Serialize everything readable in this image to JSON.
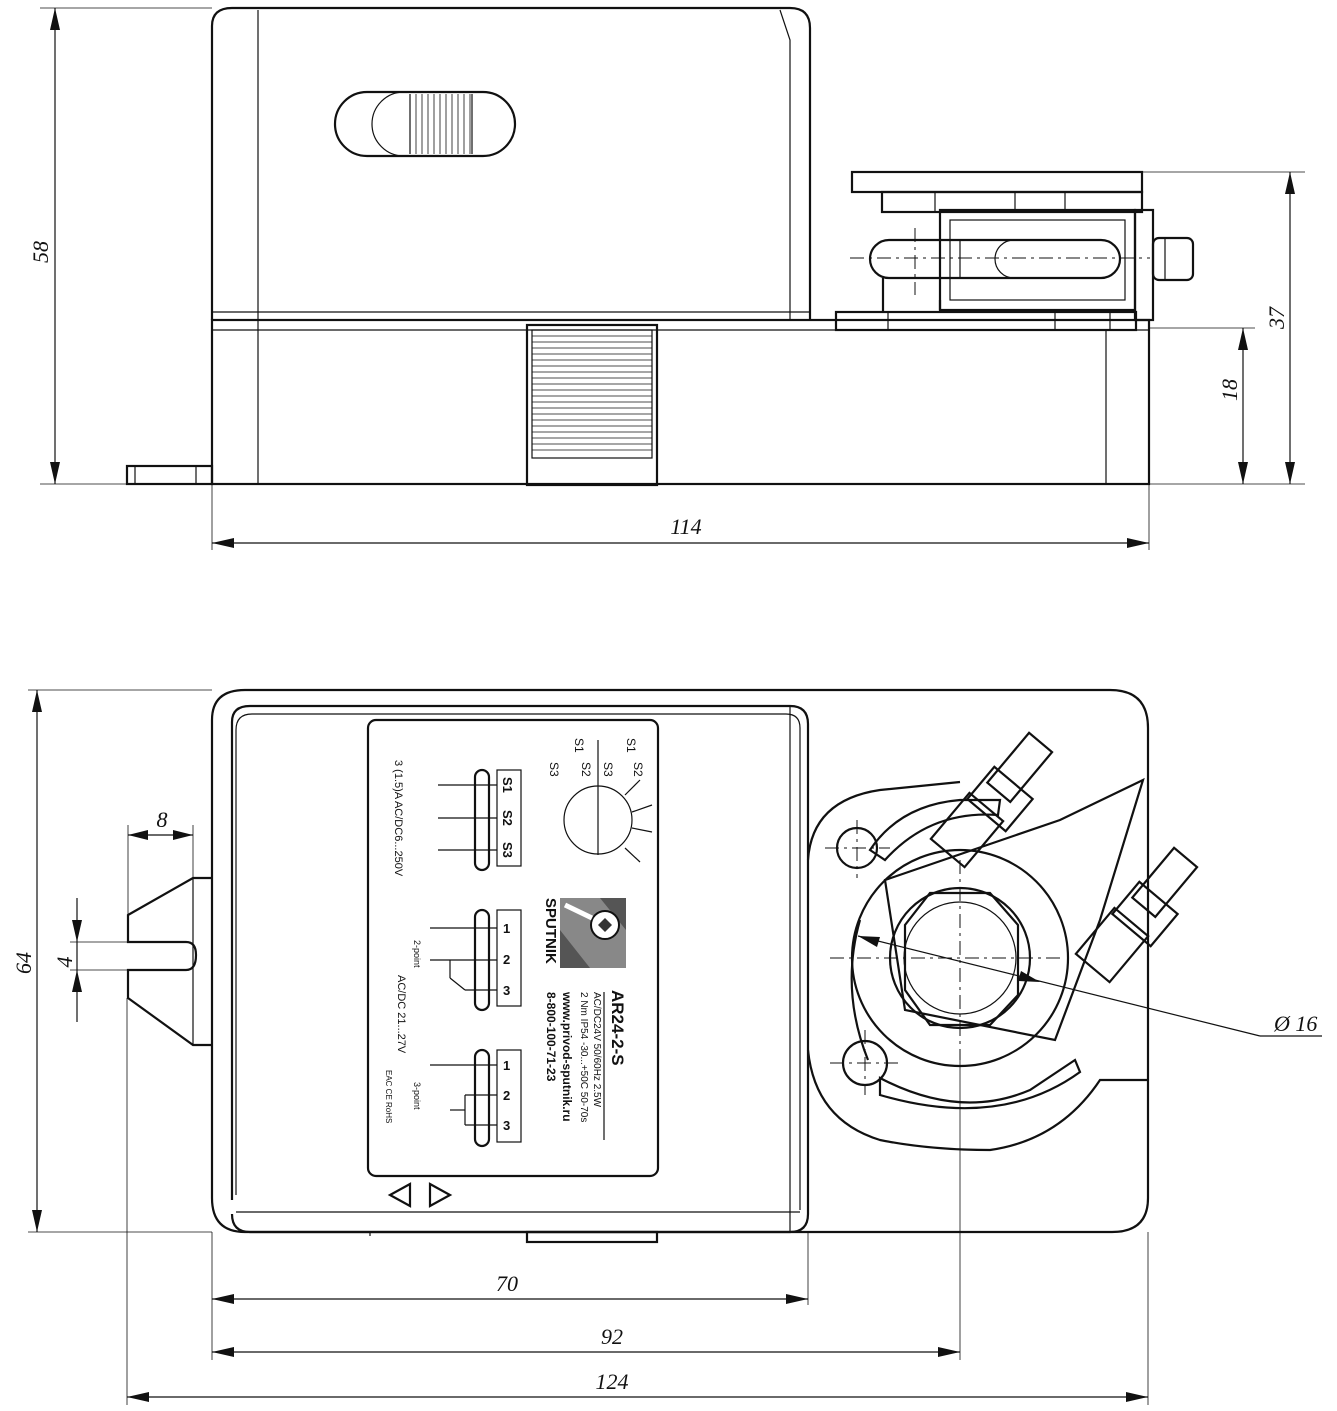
{
  "dimensions": {
    "height_total": "58",
    "width_body": "114",
    "height_shaft": "37",
    "height_base": "18",
    "width_bracket_slot": "8",
    "height_slot": "4",
    "height_plan": "64",
    "width_housing": "70",
    "width_to_axis": "92",
    "width_total": "124",
    "shaft_diameter": "Ø 16"
  },
  "label": {
    "model": "AR24-2-S",
    "spec_line1": "AC/DC24V  50/60Hz  2.5W",
    "spec_line2": "2 Nm  IP54  -30...+50C  50-70s",
    "website": "www.privod-sputnik.ru",
    "phone": "8-800-100-71-23",
    "brand": "SPUTNIK",
    "aux_rating": "3 (1.5)A   AC/DC6...250V",
    "supply": "AC/DC  21...27V",
    "mode_2point": "2-point",
    "mode_3point": "3-point",
    "certs": "EAC CE RoHS",
    "switch_s1": "S1",
    "switch_s2": "S2",
    "switch_s3": "S3",
    "t1": "1",
    "t2": "2",
    "t3": "3",
    "sw_a1": "S1",
    "sw_a2": "S2",
    "sw_a3": "S3",
    "sw_b1": "S1",
    "sw_b2": "S2",
    "sw_b3": "S3"
  },
  "icons": [
    "arrow-left-icon",
    "arrow-right-icon",
    "sputnik-logo-icon"
  ]
}
